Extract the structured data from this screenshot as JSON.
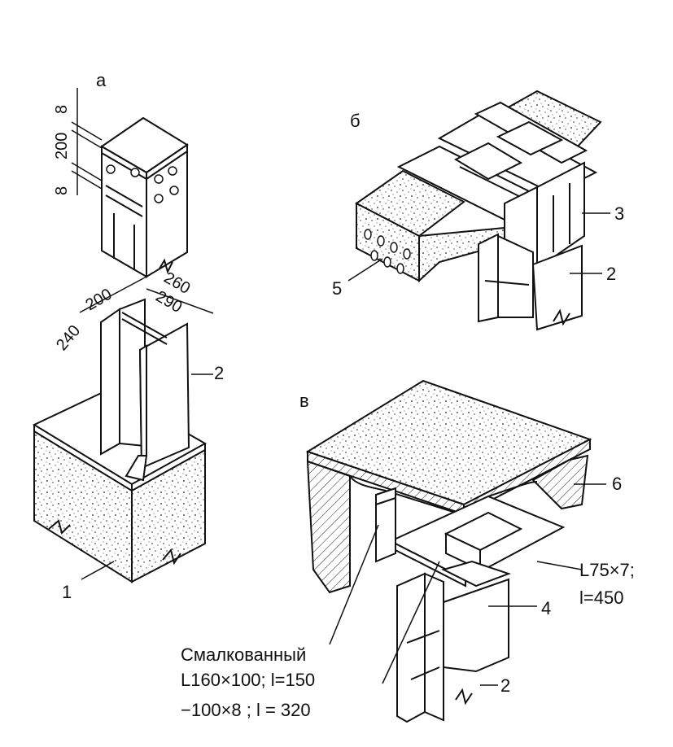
{
  "views": {
    "a": "а",
    "b": "б",
    "v": "в"
  },
  "dims_a": {
    "d8_top": "8",
    "d200": "200",
    "d8_bottom": "8",
    "d240": "240",
    "d200_w": "200",
    "d260": "260",
    "d290": "290"
  },
  "callouts": {
    "c1": "1",
    "c2_a": "2",
    "c2_b": "2",
    "c2_v": "2",
    "c3": "3",
    "c4": "4",
    "c5": "5",
    "c6": "6"
  },
  "notes": {
    "angle_small": "L75×7;",
    "angle_small_len": "l=450",
    "line1": "Смалкованный",
    "line2": "L160×100; l=150",
    "line3": "−100×8 ;  l = 320"
  }
}
